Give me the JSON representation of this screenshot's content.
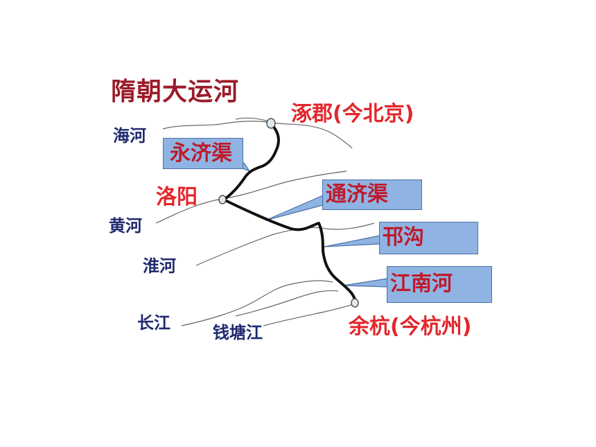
{
  "title": "隋朝大运河",
  "cities": {
    "zhuojun": "涿郡(今北京)",
    "luoyang": "洛阳",
    "yuhang": "余杭(今杭州)"
  },
  "rivers": {
    "haihe": "海河",
    "huanghe": "黄河",
    "huaihe": "淮河",
    "changjiang": "长江",
    "qiantangjiang": "钱塘江"
  },
  "canals": {
    "yongjiqu": "永济渠",
    "tongjiqu": "通济渠",
    "hangou": "邗沟",
    "jiangnanhe": "江南河"
  },
  "colors": {
    "title": "#9b1b2a",
    "city": "#e3262c",
    "river_label": "#1f2a6e",
    "canal_label": "#c0192a",
    "callout_fill": "#8fb4e3",
    "canal_line": "#111111",
    "river_line": "#555555"
  }
}
